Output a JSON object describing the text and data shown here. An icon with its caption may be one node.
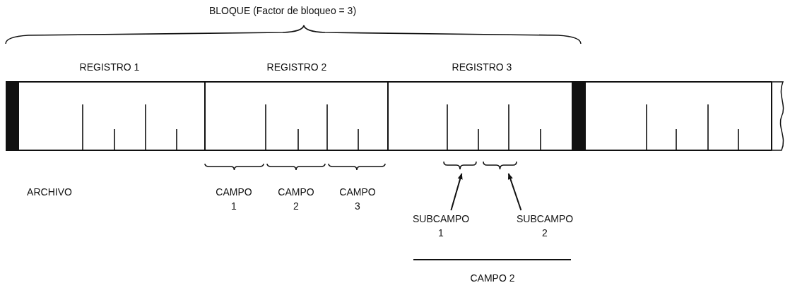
{
  "diagram": {
    "nodes": [
      {
        "text": [
          "SUBCAMPO 1"
        ]
      },
      {
        "text": [],
        "shape": "brace"
      },
      {
        "text": [
          "SUBCAMPO 2"
        ]
      },
      {
        "text": [],
        "shape": "brace"
      }
    ],
    "edges": [
      {
        "from": 0,
        "to": 1,
        "arrow": "to"
      },
      {
        "from": 2,
        "to": 3,
        "arrow": "to"
      }
    ],
    "labels": [
      "BLOQUE (Factor de bloqueo = 3)",
      "REGISTRO 1",
      "REGISTRO 2",
      "REGISTRO 3",
      "ARCHIVO",
      "CAMPO 1",
      "CAMPO 2",
      "CAMPO 3",
      "CAMPO 2"
    ]
  }
}
